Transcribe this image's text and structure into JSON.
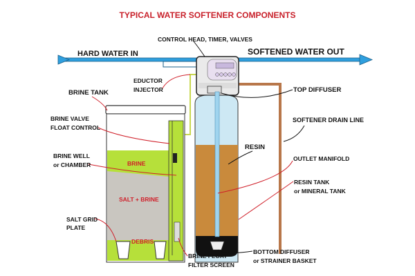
{
  "title": "TYPICAL WATER SOFTENER COMPONENTS",
  "labels": {
    "control_head": "CONTROL HEAD, TIMER, VALVES",
    "hard_water_in": "HARD WATER IN",
    "softened_water_out": "SOFTENED WATER OUT",
    "eductor_1": "EDUCTOR",
    "eductor_2": "INJECTOR",
    "brine_tank": "BRINE TANK",
    "top_diffuser": "TOP DIFFUSER",
    "brine_valve_1": "BRINE VALVE",
    "brine_valve_2": "FLOAT CONTROL",
    "drain_line": "SOFTENER DRAIN LINE",
    "resin": "RESIN",
    "brine_well_1": "BRINE WELL",
    "brine_well_2": "or CHAMBER",
    "brine": "BRINE",
    "outlet_manifold": "OUTLET MANIFOLD",
    "resin_tank_1": "RESIN TANK",
    "resin_tank_2": "or MINERAL TANK",
    "salt_brine": "SALT + BRINE",
    "salt_grid_1": "SALT GRID",
    "salt_grid_2": "PLATE",
    "debris": "DEBRIS",
    "bottom_diffuser_1": "BOTTOM DIFFUSER",
    "bottom_diffuser_2": "or STRAINER BASKET",
    "brine_float_1": "BRINE FLOAT",
    "brine_float_2": "FILTER SCREEN"
  },
  "colors": {
    "title": "#c8202a",
    "pipe": "#2f9fde",
    "brine": "#b6e03a",
    "salt": "#c9c6c0",
    "resin": "#c98a3c",
    "drain": "#b8774a",
    "leader_red": "#d0202a"
  }
}
